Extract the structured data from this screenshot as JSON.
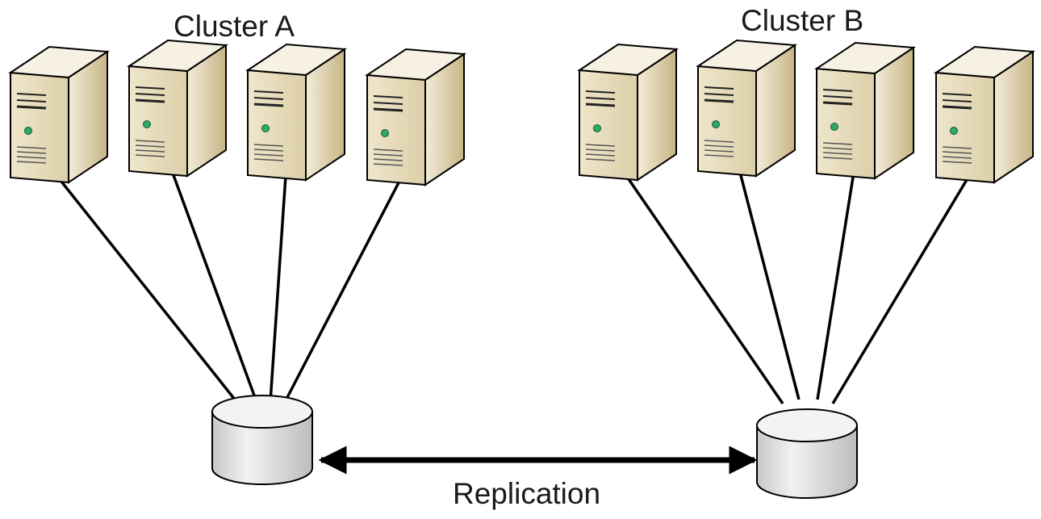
{
  "clusters": [
    {
      "name": "Cluster A",
      "servers": [
        "server",
        "server",
        "server",
        "server"
      ]
    },
    {
      "name": "Cluster B",
      "servers": [
        "server",
        "server",
        "server",
        "server"
      ]
    }
  ],
  "link": {
    "label": "Replication",
    "direction": "bidirectional"
  },
  "colors": {
    "server_front": "#e9dfc2",
    "server_side": "#c9b789",
    "server_top": "#f6f1e3",
    "led": "#2fa868",
    "storage": "#d9d9d9",
    "line": "#000000"
  },
  "icons": {
    "server": "server-tower-icon",
    "storage": "database-cylinder-icon"
  }
}
